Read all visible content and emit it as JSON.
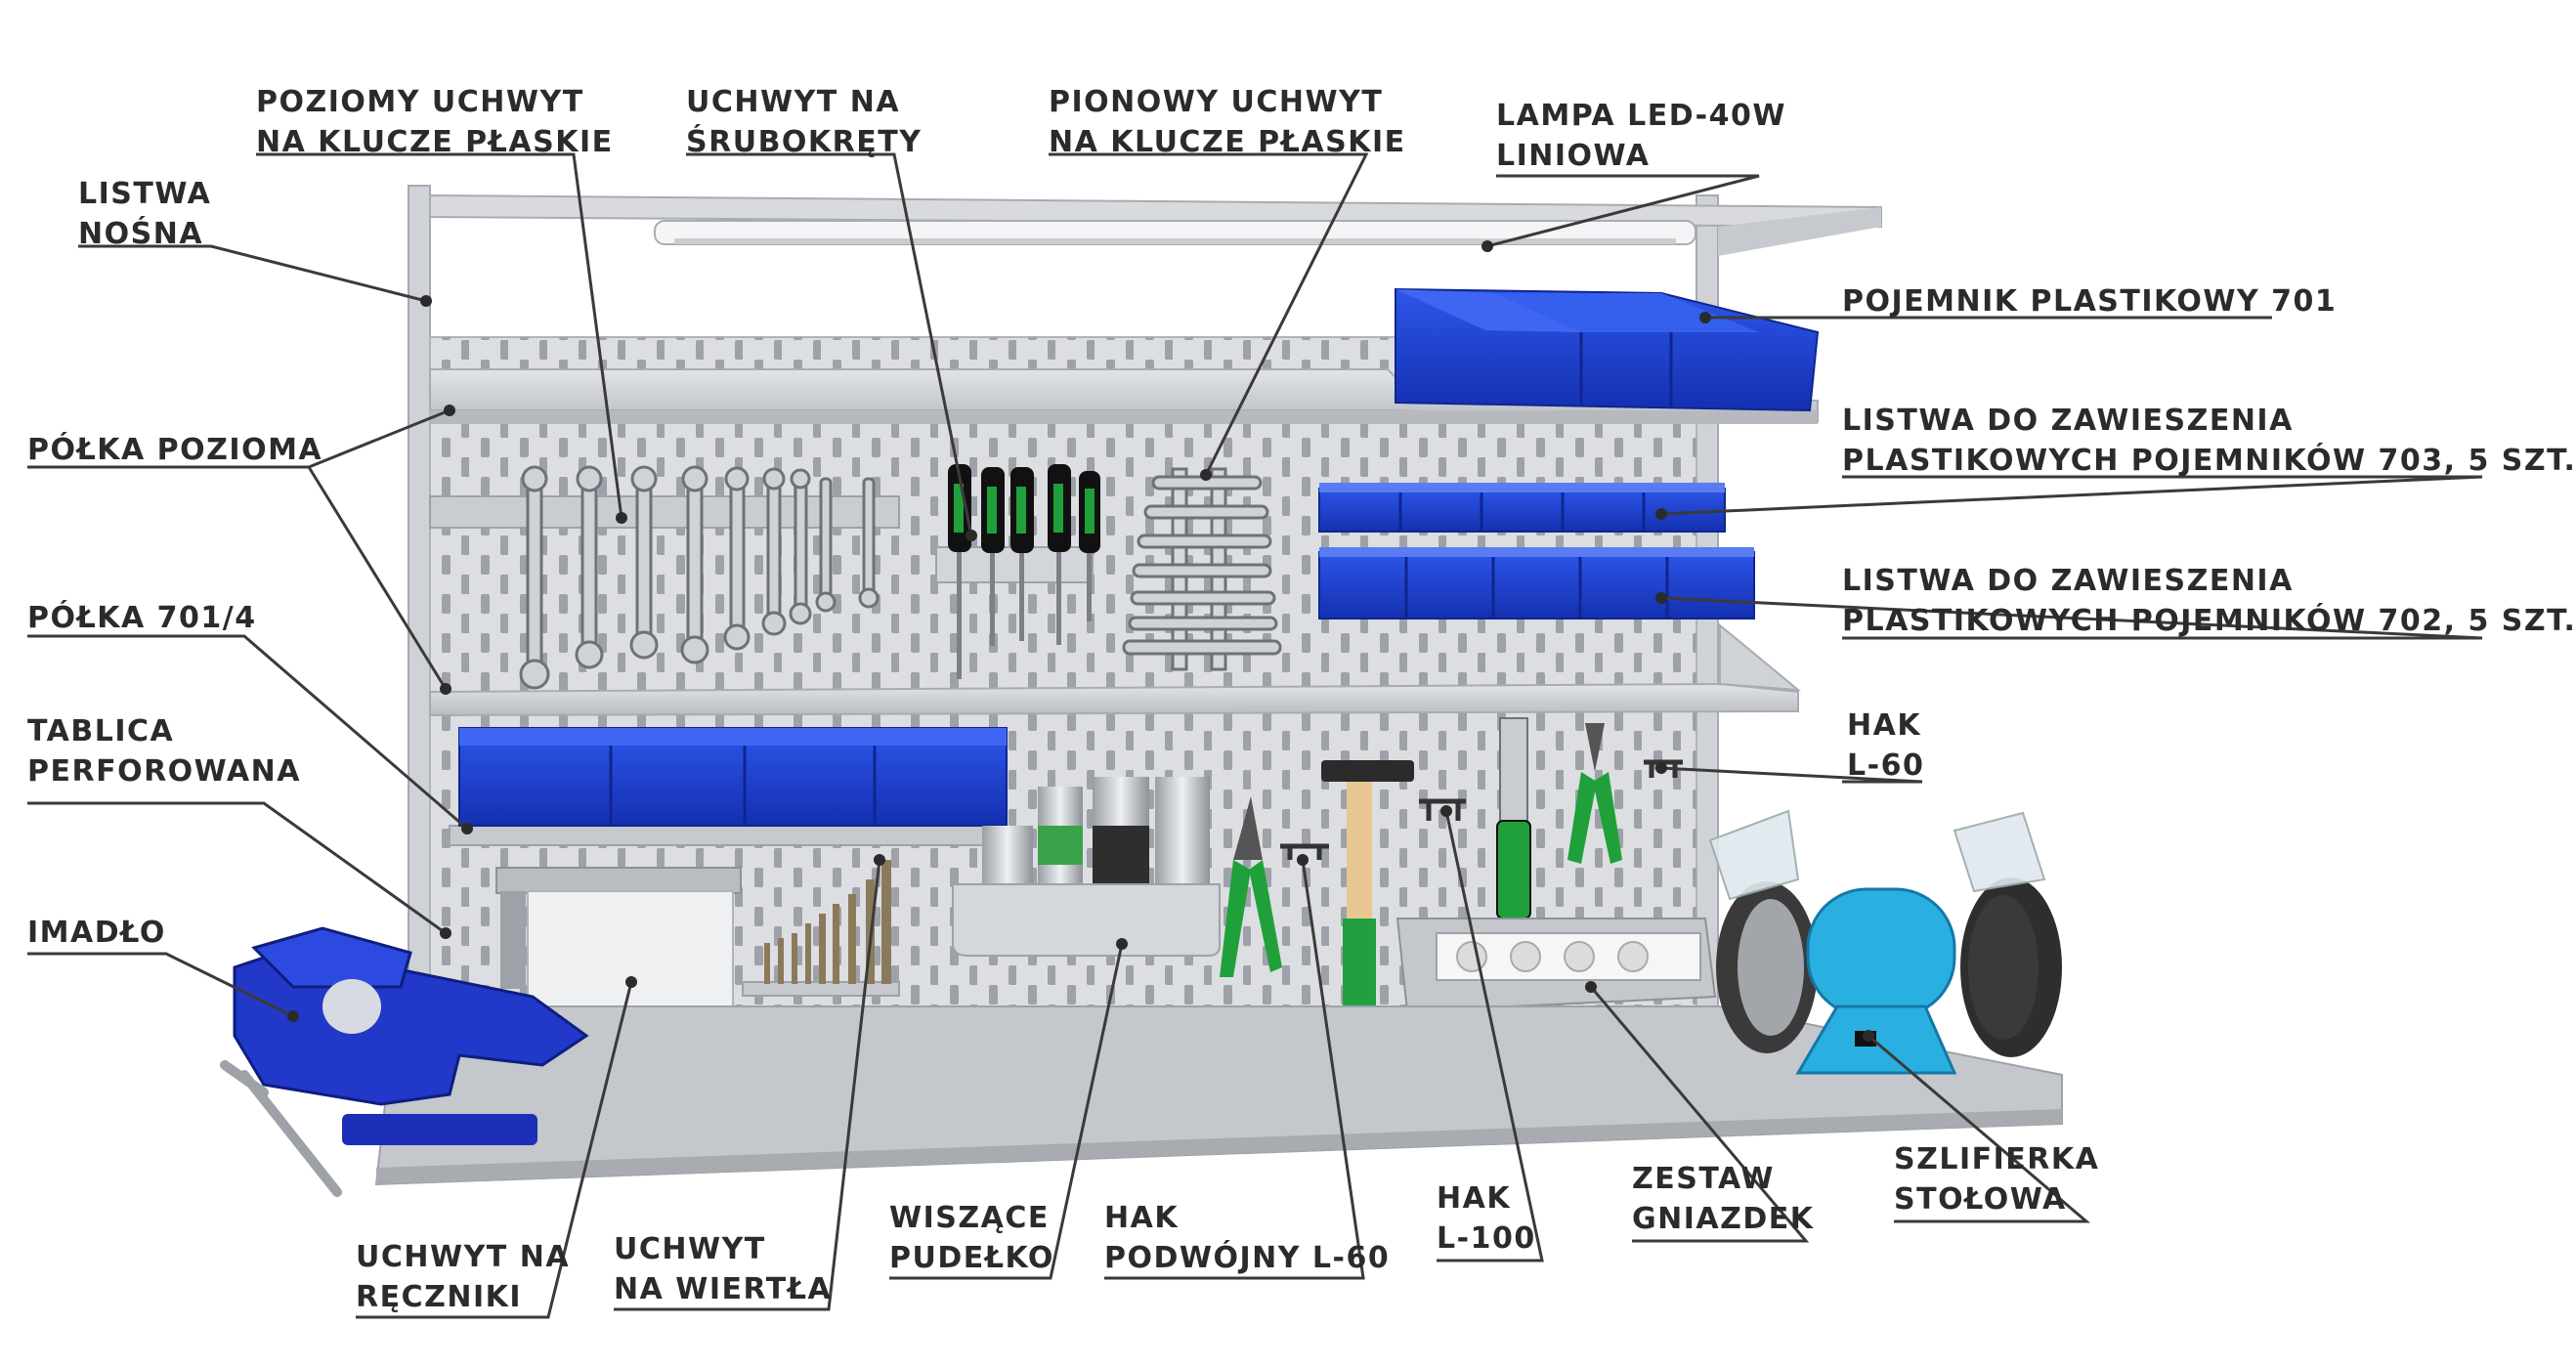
{
  "labels": {
    "poziomy_uchwyt": [
      "POZIOMY UCHWYT",
      "NA KLUCZE PŁASKIE"
    ],
    "uchwyt_srubokrety": [
      "UCHWYT NA",
      "ŚRUBOKRĘTY"
    ],
    "pionowy_uchwyt": [
      "PIONOWY UCHWYT",
      "NA KLUCZE PŁASKIE"
    ],
    "lampa": [
      "LAMPA LED-40W",
      "LINIOWA"
    ],
    "listwa_nosna": [
      "LISTWA",
      "NOŚNA"
    ],
    "pojemnik_701": [
      "POJEMNIK PLASTIKOWY 701"
    ],
    "polka_pozioma": [
      "PÓŁKA POZIOMA"
    ],
    "listwa_703": [
      "LISTWA DO ZAWIESZENIA",
      "PLASTIKOWYCH POJEMNIKÓW 703, 5 SZT."
    ],
    "listwa_702": [
      "LISTWA DO ZAWIESZENIA",
      "PLASTIKOWYCH POJEMNIKÓW 702, 5 SZT."
    ],
    "polka_701_4": [
      "PÓŁKA 701/4"
    ],
    "tablica": [
      "TABLICA",
      "PERFOROWANA"
    ],
    "hak_l60": [
      "HAK",
      "L-60"
    ],
    "imadlo": [
      "IMADŁO"
    ],
    "uchwyt_reczniki": [
      "UCHWYT NA",
      "RĘCZNIKI"
    ],
    "uchwyt_wiertla": [
      "UCHWYT",
      "NA WIERTŁA"
    ],
    "wiszace_pudelko": [
      "WISZĄCE",
      "PUDEŁKO"
    ],
    "hak_podwojny": [
      "HAK",
      "PODWÓJNY L-60"
    ],
    "hak_l100": [
      "HAK",
      "L-100"
    ],
    "zestaw_gniazdek": [
      "ZESTAW",
      "GNIAZDEK"
    ],
    "szlifierka": [
      "SZLIFIERKA",
      "STOŁOWA"
    ]
  },
  "colors": {
    "label_text": "#2b2b2b",
    "leader_line": "#3a3a3a",
    "bin_blue": "#1a3fd0",
    "panel_grey": "#dcdee2",
    "worktop_grey": "#c4c7cb",
    "grinder_blue": "#2ab0e0",
    "tool_green": "#1fa03a"
  }
}
